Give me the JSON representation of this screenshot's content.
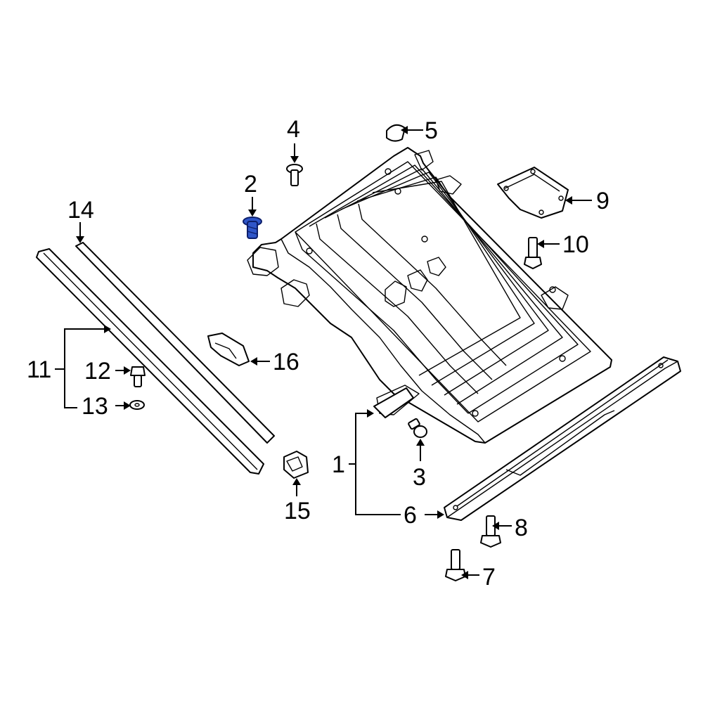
{
  "diagram": {
    "callouts": [
      {
        "id": "1",
        "text": "1"
      },
      {
        "id": "2",
        "text": "2"
      },
      {
        "id": "3",
        "text": "3"
      },
      {
        "id": "4",
        "text": "4"
      },
      {
        "id": "5",
        "text": "5"
      },
      {
        "id": "6",
        "text": "6"
      },
      {
        "id": "7",
        "text": "7"
      },
      {
        "id": "8",
        "text": "8"
      },
      {
        "id": "9",
        "text": "9"
      },
      {
        "id": "10",
        "text": "10"
      },
      {
        "id": "11",
        "text": "11"
      },
      {
        "id": "12",
        "text": "12"
      },
      {
        "id": "13",
        "text": "13"
      },
      {
        "id": "14",
        "text": "14"
      },
      {
        "id": "15",
        "text": "15"
      },
      {
        "id": "16",
        "text": "16"
      }
    ],
    "highlighted_part": "2",
    "highlight_color": "#2f56c9",
    "line_color": "#000000"
  }
}
